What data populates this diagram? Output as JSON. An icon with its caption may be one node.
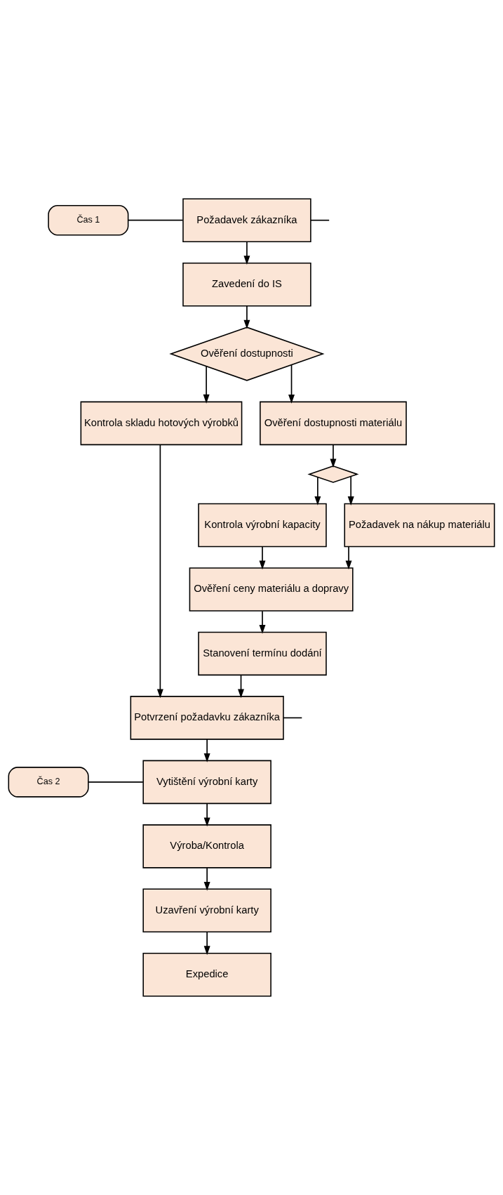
{
  "diagram": {
    "nodes": [
      {
        "text": [
          "Čas 1"
        ]
      },
      {
        "text": [
          "Požadavek zákazníka"
        ]
      },
      {
        "text": [
          "Zavedení do IS"
        ]
      },
      {
        "text": [
          "Ověření dostupnosti"
        ]
      },
      {
        "text": [
          "Kontrola skladu hotových výrobků"
        ]
      },
      {
        "text": [
          "Ověření dostupnosti materiálu"
        ]
      },
      {
        "text": [],
        "shape": "diamond"
      },
      {
        "text": [
          "Kontrola výrobní kapacity"
        ]
      },
      {
        "text": [
          "Požadavek na nákup materiálu"
        ]
      },
      {
        "text": [
          "Ověření ceny materiálu a dopravy"
        ]
      },
      {
        "text": [
          "Stanovení termínu dodání"
        ]
      },
      {
        "text": [
          "Potvrzení požadavku zákazníka"
        ]
      },
      {
        "text": [
          "Čas 2"
        ]
      },
      {
        "text": [
          "Vytištění výrobní karty"
        ]
      },
      {
        "text": [
          "Výroba/Kontrola"
        ]
      },
      {
        "text": [
          "Uzavření výrobní karty"
        ]
      },
      {
        "text": [
          "Expedice"
        ]
      }
    ],
    "edges": [
      {
        "from": 0,
        "to": 1,
        "arrow": "none"
      },
      {
        "from": 1,
        "to": null,
        "arrow": "none"
      },
      {
        "from": 1,
        "to": 2,
        "arrow": "to"
      },
      {
        "from": 2,
        "to": 3,
        "arrow": "to"
      },
      {
        "from": 3,
        "to": 4,
        "arrow": "to"
      },
      {
        "from": 3,
        "to": 5,
        "arrow": "to"
      },
      {
        "from": 5,
        "to": 6,
        "arrow": "to"
      },
      {
        "from": 6,
        "to": 7,
        "arrow": "to"
      },
      {
        "from": 6,
        "to": 8,
        "arrow": "to"
      },
      {
        "from": 7,
        "to": 9,
        "arrow": "to"
      },
      {
        "from": 8,
        "to": 9,
        "arrow": "to"
      },
      {
        "from": 9,
        "to": 10,
        "arrow": "to"
      },
      {
        "from": 10,
        "to": 11,
        "arrow": "to"
      },
      {
        "from": 4,
        "to": 11,
        "arrow": "to"
      },
      {
        "from": 11,
        "to": null,
        "arrow": "none"
      },
      {
        "from": 11,
        "to": 13,
        "arrow": "to"
      },
      {
        "from": 12,
        "to": 13,
        "arrow": "none"
      },
      {
        "from": 13,
        "to": 14,
        "arrow": "to"
      },
      {
        "from": 14,
        "to": 15,
        "arrow": "to"
      },
      {
        "from": 15,
        "to": 16,
        "arrow": "to"
      }
    ]
  }
}
